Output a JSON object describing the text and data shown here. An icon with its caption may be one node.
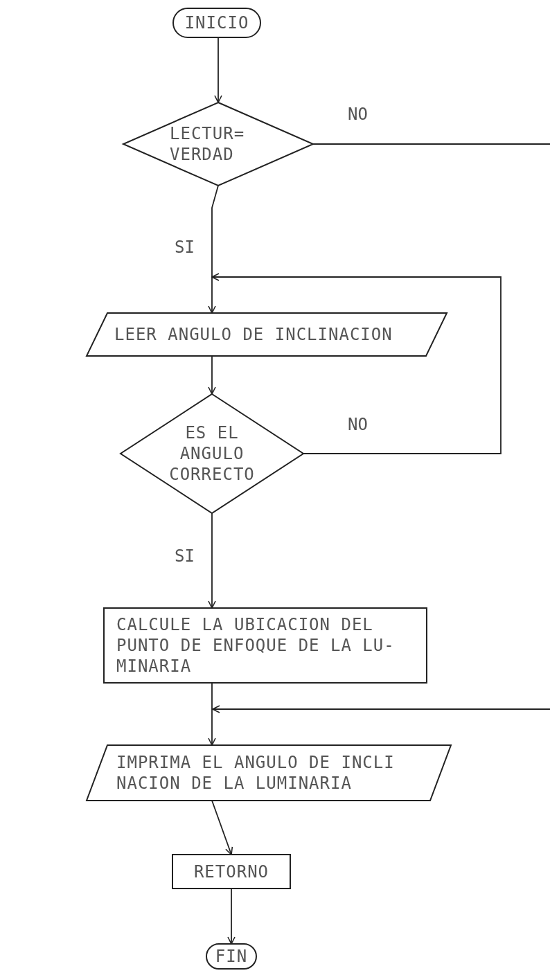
{
  "diagram": {
    "nodes": [
      {
        "text": [
          "INICIO"
        ]
      },
      {
        "text": [
          "LECTUR= VERDAD"
        ]
      },
      {
        "text": [
          "LEER ANGULO DE INCLINACION"
        ]
      },
      {
        "text": [
          "ES EL ANGULO CORRECTO"
        ]
      },
      {
        "text": [
          "CALCULE LA UBICACION DEL PUNTO DE ENFOQUE DE LA LU- MINARIA"
        ]
      },
      {
        "text": [
          "IMPRIMA EL ANGULO DE INCLI NACION DE LA LUMINARIA"
        ]
      },
      {
        "text": [
          "RETORNO"
        ]
      },
      {
        "text": [
          "FIN"
        ]
      }
    ],
    "edges": [
      {
        "from": 0,
        "to": 1,
        "arrow": "to"
      },
      {
        "from": 1,
        "to": 2,
        "arrow": "to",
        "label": "SI"
      },
      {
        "from": 1,
        "to": null,
        "arrow": "none",
        "label": "NO"
      },
      {
        "from": 2,
        "to": 3,
        "arrow": "to"
      },
      {
        "from": 3,
        "to": 2,
        "arrow": "to",
        "label": "NO"
      },
      {
        "from": 3,
        "to": 4,
        "arrow": "to",
        "label": "SI"
      },
      {
        "from": 4,
        "to": 5,
        "arrow": "to"
      },
      {
        "from": null,
        "to": 5,
        "arrow": "to"
      },
      {
        "from": 5,
        "to": 6,
        "arrow": "to"
      },
      {
        "from": 6,
        "to": 7,
        "arrow": "to"
      }
    ]
  }
}
